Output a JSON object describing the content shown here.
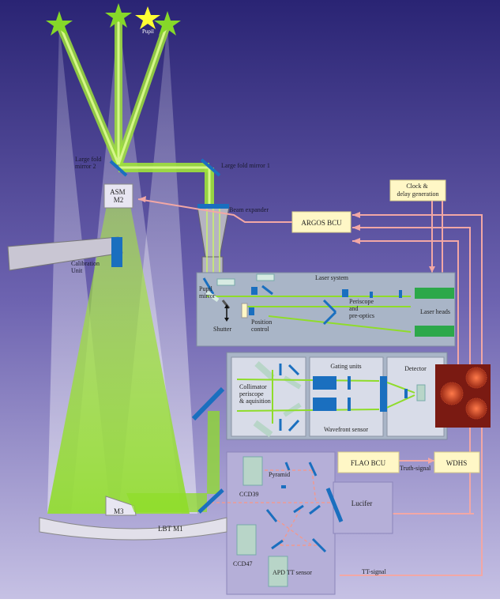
{
  "labels": {
    "star_label": "Pupil",
    "large_fold_mirror_2": [
      "Large fold",
      "mirror 2"
    ],
    "large_fold_mirror_1": "Large fold mirror 1",
    "asm": [
      "ASM",
      "M2"
    ],
    "beam_expander": "Beam expander",
    "calibration_unit": [
      "Calibration",
      "Unit"
    ],
    "argos_bcu": "ARGOS BCU",
    "clock_delay": [
      "Clock &",
      "delay generation"
    ],
    "laser_system": "Laser system",
    "pupil_mirror": [
      "Pupil",
      "mirror"
    ],
    "shutter": "Shutter",
    "position_control": [
      "Position",
      "control"
    ],
    "periscope": [
      "Periscope",
      "and",
      "pre-optics"
    ],
    "laser_heads": "Laser heads",
    "collimator": [
      "Collimator",
      "periscope",
      "& aquisition"
    ],
    "gating_units": "Gating units",
    "detector": "Detector",
    "wavefront_sensor": "Wavefront sensor",
    "flao_bcu": "FLAO BCU",
    "truth_signal": "Truth-signal",
    "wdhs": "WDHS",
    "pyramid": "Pyramid",
    "ccd39": "CCD39",
    "lucifer": "Lucifer",
    "ccd47": "CCD47",
    "apd_tt_sensor": "APD TT sensor",
    "tt_signal": "TT-signal",
    "m3": "M3",
    "lbt_m1": "LBT M1"
  },
  "colors": {
    "bg_top": "#2a2474",
    "bg_mid": "#6d63b0",
    "bg_bottom": "#c6c1e4",
    "beam": "#8fdc2a",
    "beam_core": "#c8f26a",
    "optic_blue": "#1a6fbf",
    "signal_pink": "#f2a7a5",
    "box_yellow": "#fff7c6",
    "star_yellow": "#ffff33",
    "detector_red": "#7a1a12"
  },
  "icons": [
    "star-icon",
    "star-icon-yellow",
    "double-arrow-icon"
  ]
}
